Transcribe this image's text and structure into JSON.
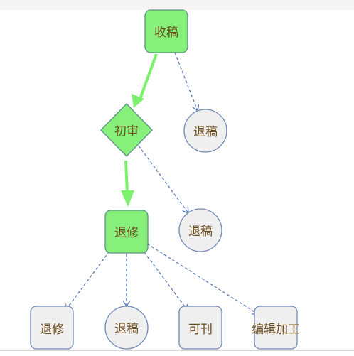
{
  "diagram": {
    "colors": {
      "green_fill": "#86f07a",
      "green_border": "#5e8f8a",
      "gray_fill": "#efefef",
      "node_border": "#6f88b6",
      "solid_arrow": "#7df06e",
      "dashed_arrow": "#5c7db6",
      "label_text": "#6b4a1a"
    },
    "nodes": {
      "shougao": "收稿",
      "chushen": "初审",
      "tuigao_1": "退稿",
      "tuigao_2": "退稿",
      "tuixiu_main": "退修",
      "tuixiu_leaf": "退修",
      "tuigao_3": "退稿",
      "kekan": "可刊",
      "bianji": "编辑加工"
    },
    "edges": [
      {
        "from": "shougao",
        "to": "chushen",
        "style": "solid"
      },
      {
        "from": "shougao",
        "to": "tuigao_1",
        "style": "dashed"
      },
      {
        "from": "chushen",
        "to": "tuixiu_main",
        "style": "solid"
      },
      {
        "from": "chushen",
        "to": "tuigao_2",
        "style": "dashed"
      },
      {
        "from": "tuixiu_main",
        "to": "tuixiu_leaf",
        "style": "dashed"
      },
      {
        "from": "tuixiu_main",
        "to": "tuigao_3",
        "style": "dashed"
      },
      {
        "from": "tuixiu_main",
        "to": "kekan",
        "style": "dashed"
      },
      {
        "from": "tuixiu_main",
        "to": "bianji",
        "style": "dashed"
      }
    ]
  }
}
